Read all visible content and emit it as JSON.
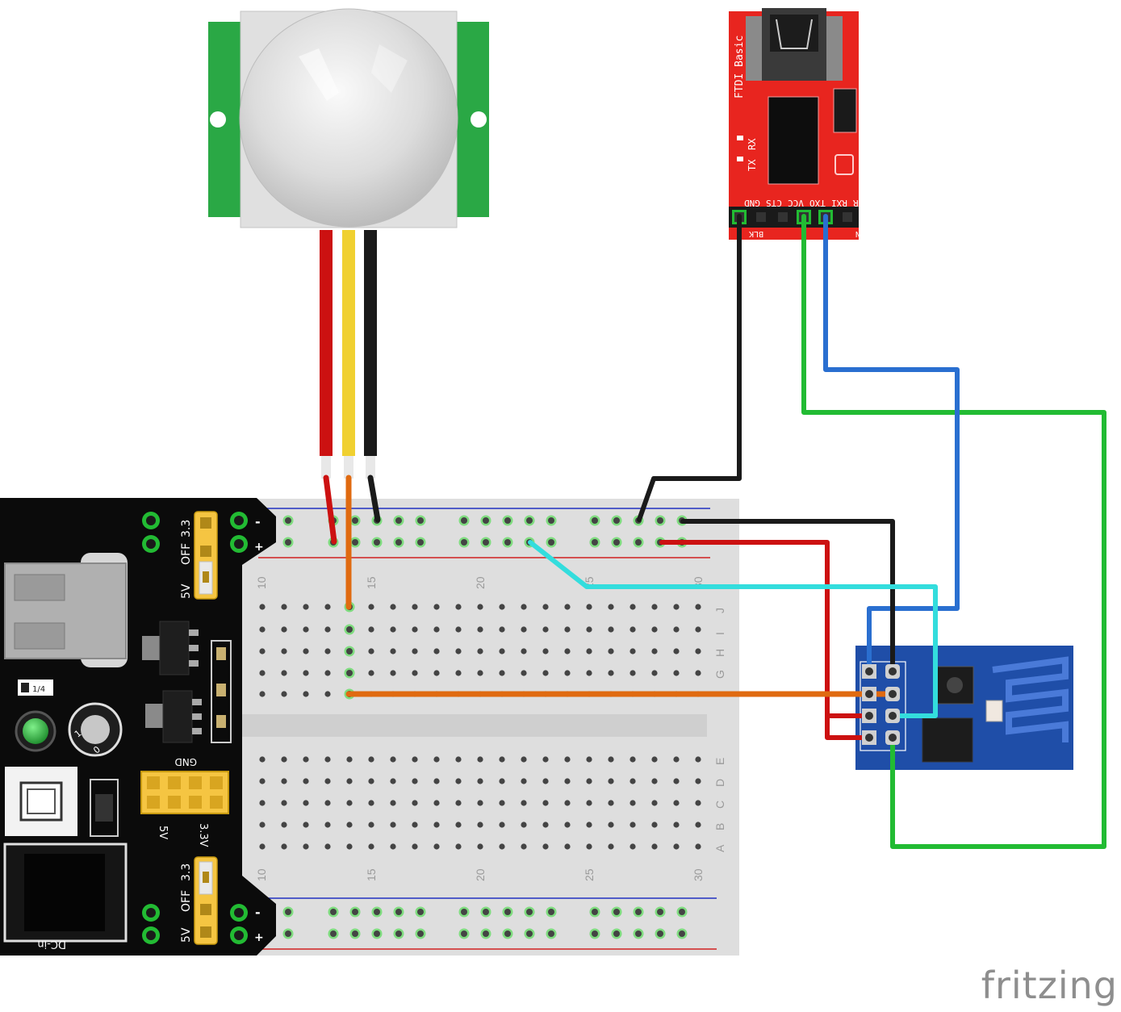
{
  "watermark": "fritzing",
  "ftdi": {
    "title": "FTDI Basic",
    "leds": [
      "TX",
      "RX"
    ],
    "pins": [
      "GND",
      "CTS",
      "VCC",
      "TXO",
      "RXI",
      "DTR"
    ],
    "bottom_left": "BLK",
    "bottom_right": "GRN"
  },
  "power_module": {
    "top_jumper_labels": [
      "3.3",
      "OFF",
      "5V"
    ],
    "bottom_jumper_labels": [
      "3.3",
      "OFF",
      "5V"
    ],
    "rail_signs": [
      "-",
      "+"
    ],
    "header_label": "GND",
    "header_bottom_labels": [
      "5V",
      "3.3V"
    ],
    "dc_label": "DC-in",
    "switch_labels": [
      "1",
      "0"
    ],
    "rating_label": "1/4"
  },
  "breadboard": {
    "column_numbers": [
      "10",
      "15",
      "20",
      "25",
      "30"
    ],
    "top_row_letters": [
      "J",
      "I",
      "H",
      "G"
    ],
    "bottom_row_letters": [
      "E",
      "D",
      "C",
      "B",
      "A"
    ]
  },
  "colors": {
    "wire_red": "#cc1111",
    "wire_yellow": "#f0d030",
    "wire_black": "#1a1a1a",
    "wire_orange": "#e06a10",
    "wire_green": "#22bb33",
    "wire_blue": "#2a6fd0",
    "wire_cyan": "#33dddd",
    "ftdi_board": "#e8251f",
    "esp_board": "#1f4ea8",
    "pir_board": "#2aa845"
  }
}
